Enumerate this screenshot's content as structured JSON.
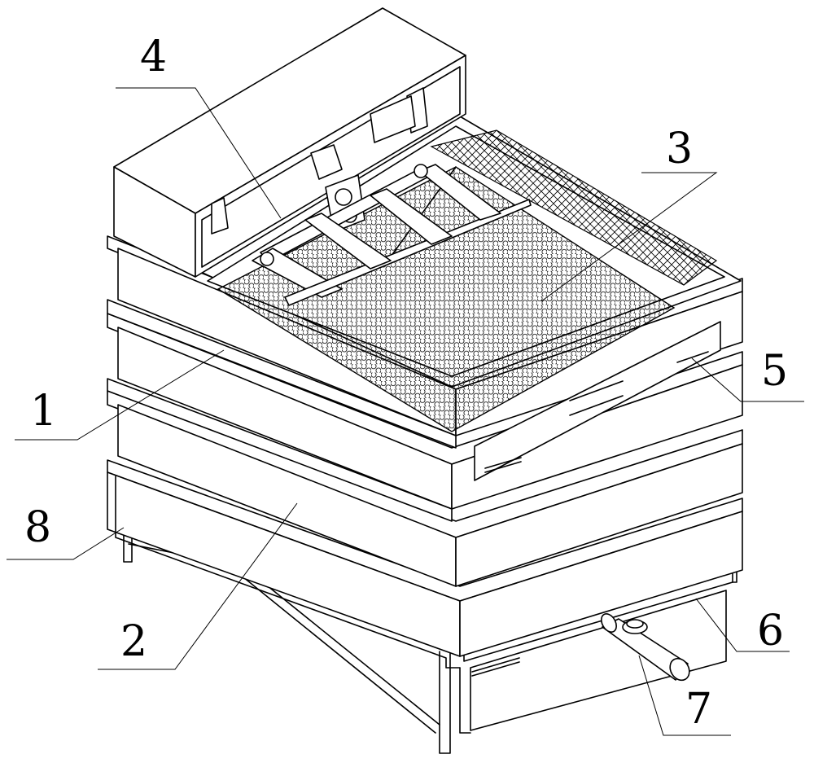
{
  "figure": {
    "background_color": "#ffffff",
    "line_color": "#000000",
    "callouts": [
      {
        "id": "label-1",
        "text": "1"
      },
      {
        "id": "label-2",
        "text": "2"
      },
      {
        "id": "label-3",
        "text": "3"
      },
      {
        "id": "label-4",
        "text": "4"
      },
      {
        "id": "label-5",
        "text": "5"
      },
      {
        "id": "label-6",
        "text": "6"
      },
      {
        "id": "label-7",
        "text": "7"
      },
      {
        "id": "label-8",
        "text": "8"
      }
    ]
  }
}
